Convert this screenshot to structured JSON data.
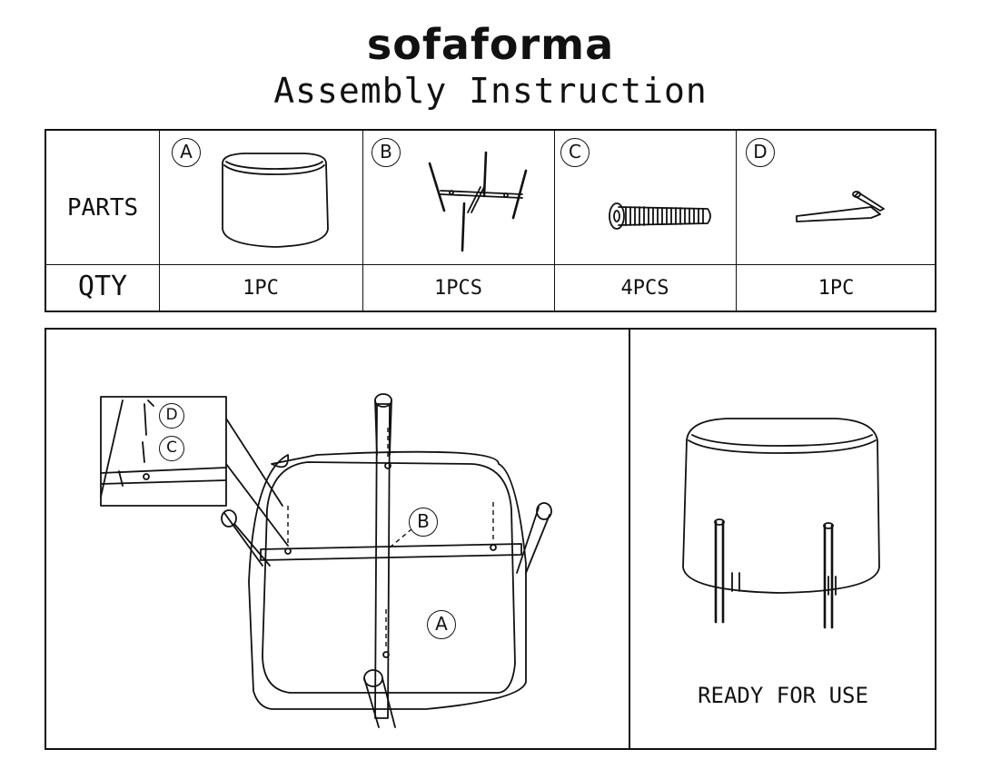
{
  "brand": "sofaforma",
  "title": "Assembly Instruction",
  "table": {
    "parts_label": "PARTS",
    "qty_label": "QTY",
    "parts": [
      {
        "letter": "A",
        "qty": "1PC",
        "icon": "ottoman-cushion-icon"
      },
      {
        "letter": "B",
        "qty": "1PCS",
        "icon": "metal-frame-icon"
      },
      {
        "letter": "C",
        "qty": "4PCS",
        "icon": "bolt-icon"
      },
      {
        "letter": "D",
        "qty": "1PC",
        "icon": "allen-key-icon"
      }
    ]
  },
  "diagram": {
    "detail_labels": [
      "D",
      "C"
    ],
    "frame_label": "B",
    "seat_label": "A"
  },
  "result": {
    "caption": "READY FOR USE"
  }
}
